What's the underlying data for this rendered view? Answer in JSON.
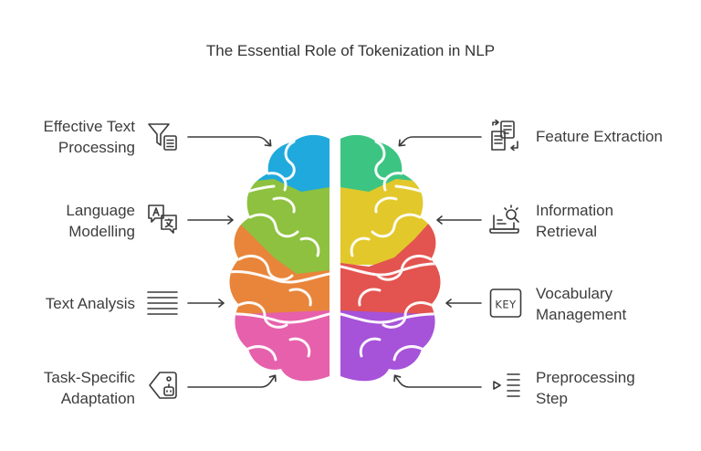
{
  "title": "The Essential Role of Tokenization in NLP",
  "left_items": [
    {
      "label_lines": [
        "Effective Text",
        "Processing"
      ],
      "icon": "filter-list-icon",
      "color": "#1fa9dc"
    },
    {
      "label_lines": [
        "Language",
        "Modelling"
      ],
      "icon": "translate-icon",
      "color": "#8dc13f"
    },
    {
      "label_lines": [
        "Text Analysis"
      ],
      "icon": "text-lines-icon",
      "color": "#e8853a"
    },
    {
      "label_lines": [
        "Task-Specific",
        "Adaptation"
      ],
      "icon": "tag-robot-icon",
      "color": "#e660ac"
    }
  ],
  "right_items": [
    {
      "label_lines": [
        "Feature Extraction"
      ],
      "icon": "document-swap-icon",
      "color": "#3cc482"
    },
    {
      "label_lines": [
        "Information",
        "Retrieval"
      ],
      "icon": "laptop-search-icon",
      "color": "#e2c82b"
    },
    {
      "label_lines": [
        "Vocabulary",
        "Management"
      ],
      "icon": "key-icon",
      "color": "#e3534f"
    },
    {
      "label_lines": [
        "Preprocessing",
        "Step"
      ],
      "icon": "play-list-icon",
      "color": "#a652d9"
    }
  ]
}
